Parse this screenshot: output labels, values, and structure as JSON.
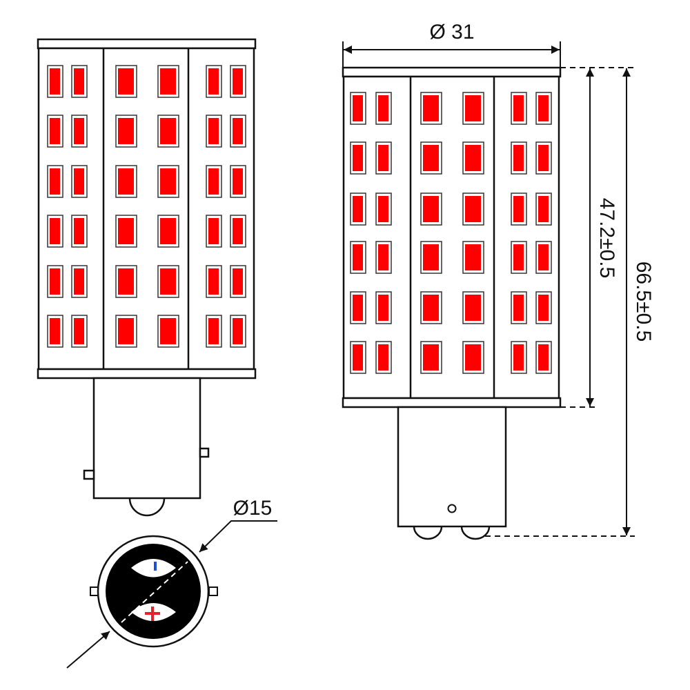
{
  "dimensions": {
    "body_diameter": "Ø 31",
    "base_diameter": "Ø15",
    "body_height": "47.2±0.5",
    "total_height": "66.5±0.5"
  },
  "polarity": {
    "negative": "-",
    "positive": "+"
  },
  "led_grid": {
    "columns": 6,
    "rows": 6
  },
  "colors": {
    "led": "#ff0000",
    "negative": "#1f4fd6",
    "positive": "#e8202a",
    "line": "#111111"
  }
}
